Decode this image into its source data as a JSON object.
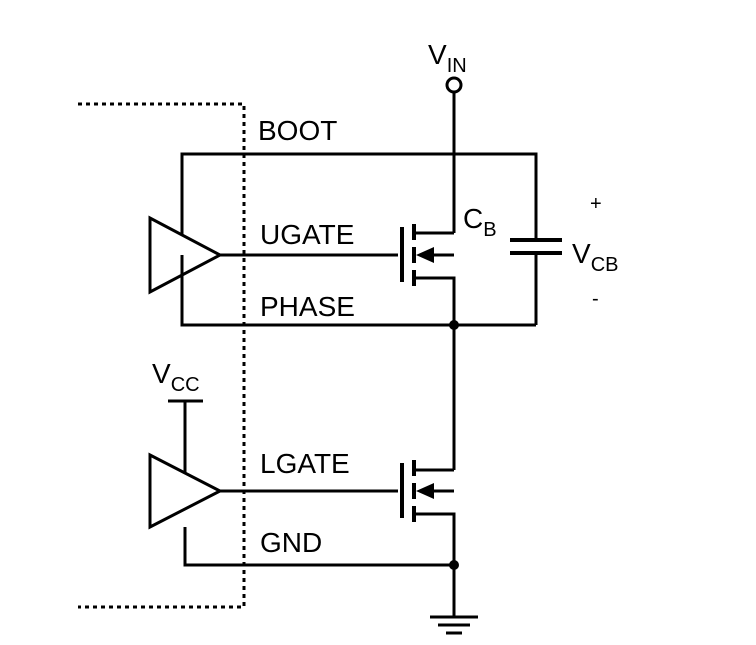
{
  "labels": {
    "vin_main": "V",
    "vin_sub": "IN",
    "boot": "BOOT",
    "ugate": "UGATE",
    "phase": "PHASE",
    "cb_main": "C",
    "cb_sub": "B",
    "plus": "+",
    "vcb_main": "V",
    "vcb_sub": "CB",
    "minus": "-",
    "vcc_main": "V",
    "vcc_sub": "CC",
    "lgate": "LGATE",
    "gnd": "GND"
  }
}
